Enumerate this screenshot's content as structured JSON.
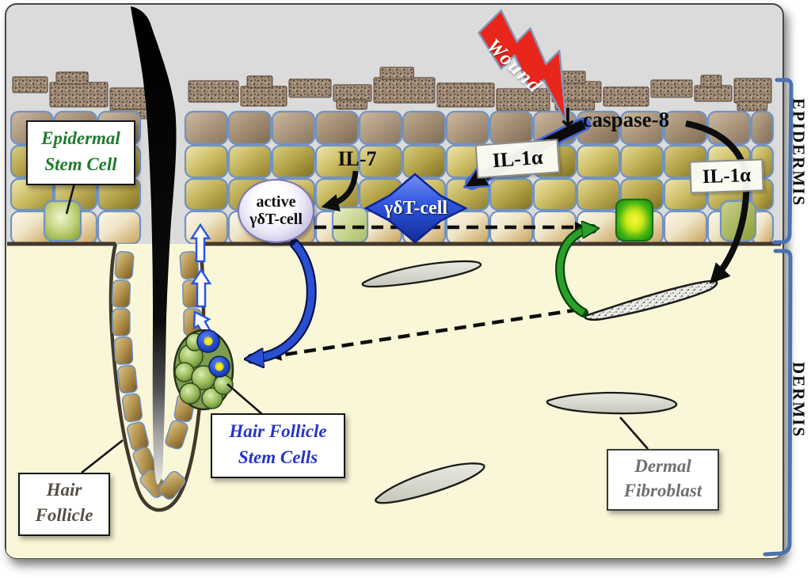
{
  "figure": {
    "wound": "Wound",
    "down_arrow": "↓",
    "caspase8": "caspase-8",
    "il1a_mid": "IL-1α",
    "il1a_right": "IL-1α",
    "il7": "IL-7",
    "gdt_diamond": "γδT-cell",
    "active_gdt": {
      "line1": "active",
      "line2": "γδT-cell"
    },
    "epidermis_label": "EPIDERMIS",
    "dermis_label": "DERMIS",
    "boxes": {
      "epidermal_stem_cell": {
        "line1": "Epidermal",
        "line2": "Stem Cell"
      },
      "hair_follicle_stem_cells": {
        "line1": "Hair Follicle",
        "line2": "Stem Cells"
      },
      "hair_follicle": {
        "line1": "Hair",
        "line2": "Follicle"
      },
      "dermal_fibroblast": {
        "line1": "Dermal",
        "line2": "Fibroblast"
      }
    }
  },
  "colors": {
    "wound_red": "#E8261B",
    "tcell_diamond_blue": "#2F55E0",
    "active_oval_edge": "#B9B2DD",
    "epidermal_stem_cell_text": "#1F7A2E",
    "hfsc_text_blue": "#2634C4",
    "dermal_fibroblast_text": "#6F6F6F",
    "hair_follicle_text": "#584E44",
    "bracket_blue": "#4A72B0",
    "dermis_bg": "#FAF7D8",
    "background_gray": "#DBDBDB",
    "epidermis_olive": "#B3A246",
    "stem_cell_glow_green": "#3FB212"
  }
}
